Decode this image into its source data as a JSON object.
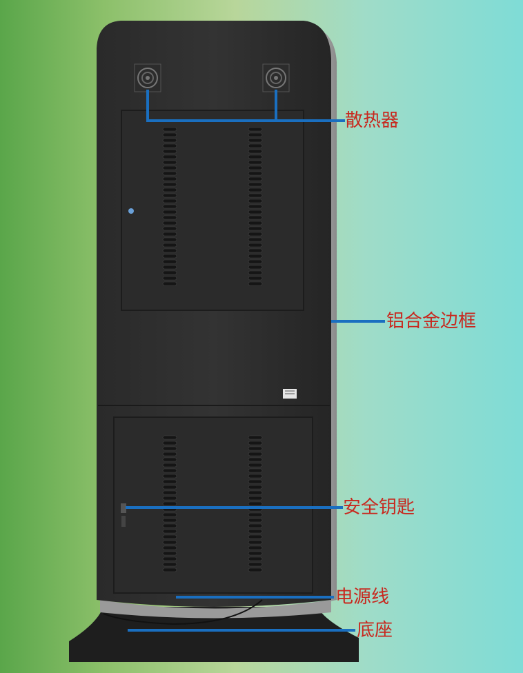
{
  "labels": {
    "heat_sink": "散热器",
    "aluminum_frame": "铝合金边框",
    "safety_key": "安全钥匙",
    "power_cord": "电源线",
    "base": "底座"
  },
  "colors": {
    "label_text": "#c8281e",
    "callout_line": "#1a6fc0",
    "cabinet_body": "#262626",
    "panel": "#2e2e2e"
  }
}
